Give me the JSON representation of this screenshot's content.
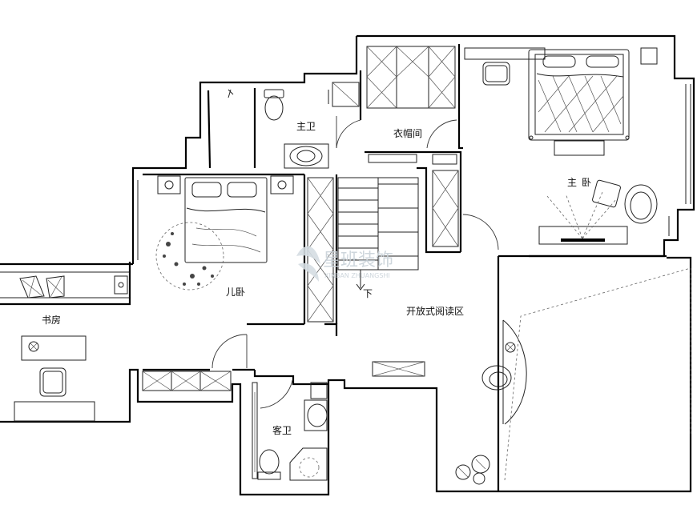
{
  "rooms": {
    "master_bath": "主卫",
    "cloakroom": "衣帽间",
    "master_bedroom": "主卧",
    "kids_bedroom": "儿卧",
    "study": "书房",
    "reading_area": "开放式阅读区",
    "guest_bath": "客卫"
  },
  "stairs": {
    "down_label": "下"
  },
  "watermark": {
    "text_cn": "星班装饰",
    "text_en": "XINBAN ZHUANGSHI"
  }
}
